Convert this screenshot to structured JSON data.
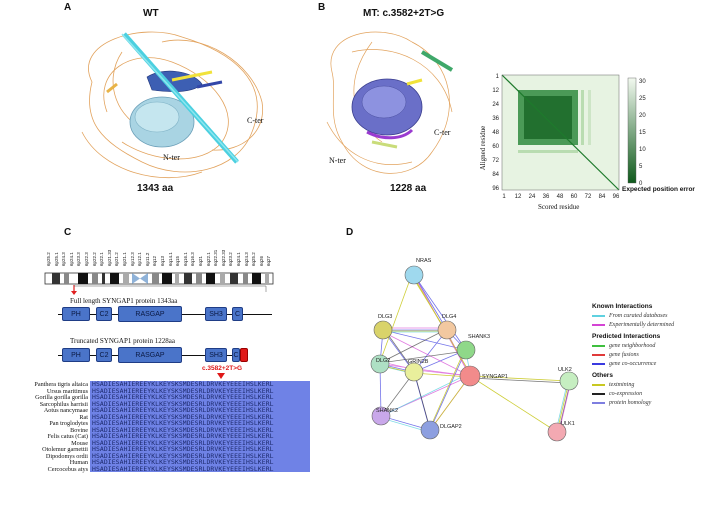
{
  "panels": {
    "A": {
      "letter": "A",
      "title": "WT",
      "aa": "1343 aa",
      "c_ter": "C-ter",
      "n_ter": "N-ter"
    },
    "B": {
      "letter": "B",
      "title": "MT: c.3582+2T>G",
      "aa": "1228 aa",
      "c_ter": "C-ter",
      "n_ter": "N-ter"
    },
    "C": {
      "letter": "C"
    },
    "D": {
      "letter": "D"
    }
  },
  "pae": {
    "y_ticks": [
      "1",
      "12",
      "24",
      "36",
      "48",
      "60",
      "72",
      "84",
      "96"
    ],
    "x_ticks": [
      "1",
      "12",
      "24",
      "36",
      "48",
      "60",
      "72",
      "84",
      "96"
    ],
    "ylabel": "Aligned residue",
    "xlabel": "Scored residue",
    "colorbar_ticks": [
      "30",
      "25",
      "20",
      "15",
      "10",
      "5",
      "0"
    ],
    "colorbar_label": "Expected position error"
  },
  "chromosome": {
    "bands": [
      "6p25.2",
      "6p25.1",
      "6p24.3",
      "6p24.1",
      "6p23.3",
      "6p22.3",
      "6p22.2",
      "6p22.1",
      "6p21.33",
      "6p21.2",
      "6p21.1",
      "6p12.3",
      "6p12.1",
      "6p11.2",
      "6q12",
      "6q13",
      "6q14.1",
      "6q15",
      "6q16.1",
      "6q16.3",
      "6q21",
      "6q22.1",
      "6q22.31",
      "6q22.33",
      "6q23.2",
      "6q24.1",
      "6q24.3",
      "6q25.2",
      "6q26",
      "6q27"
    ]
  },
  "protein": {
    "full_label": "Full length  SYNGAP1 protein  1343aa",
    "trunc_label": "Truncated  SYNGAP1 protein  1228aa",
    "domains": {
      "ph": "PH",
      "c2": "C2",
      "rasgap": "RASGAP",
      "sh3": "SH3",
      "cc": "C"
    },
    "mutation": "c.3582+2T>G"
  },
  "alignment": {
    "sequence": "HSADIESAHIEREEYKLKEYSKSMDESRLDRVKEYEEEIHSLKERL",
    "species": [
      "Panthera tigris altaica",
      "Ursus maritimus",
      "Gorilla gorilla gorilla",
      "Sarcophilus harrisii",
      "Aotus nancymaae",
      "Rat",
      "Pan troglodytes",
      "Bovine",
      "Felis catus (Cat)",
      "Mouse",
      "Otolemur garnettii",
      "Dipodomys ordii",
      "Human",
      "Cercocebus atys"
    ]
  },
  "network": {
    "nodes": [
      "NRAS",
      "DLG3",
      "DLG4",
      "SHANK3",
      "DLG2",
      "GRIN2B",
      "SYNGAP1",
      "ULK2",
      "SHANK2",
      "DLGAP2",
      "ULK1"
    ],
    "legend": {
      "known_title": "Known Interactions",
      "known": [
        "From curated databases",
        "Experimentally determined"
      ],
      "predicted_title": "Predicted Interactions",
      "predicted": [
        "gene neighborhood",
        "gene fusions",
        "gene co-occurrence"
      ],
      "others_title": "Others",
      "others": [
        "textmining",
        "co-expression",
        "protein homology"
      ]
    },
    "colors": {
      "curated": "#5fd1e0",
      "experimental": "#d444d4",
      "neighborhood": "#3fbf3f",
      "fusion": "#e03a3a",
      "cooccurrence": "#3a3ae0",
      "textmining": "#c8c822",
      "coexpression": "#222222",
      "homology": "#7e7ee0"
    }
  }
}
